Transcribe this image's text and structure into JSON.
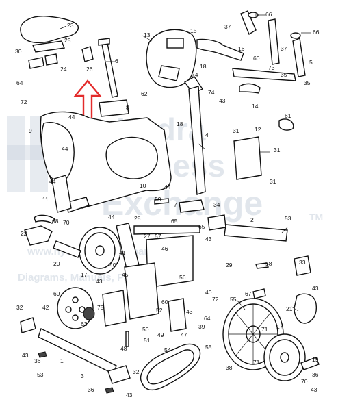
{
  "callouts": [
    {
      "id": "c23",
      "label": "23"
    },
    {
      "id": "c66a",
      "label": "66"
    },
    {
      "id": "c37a",
      "label": "37"
    },
    {
      "id": "c66b",
      "label": "66"
    },
    {
      "id": "c37b",
      "label": "37"
    },
    {
      "id": "c5",
      "label": "5"
    },
    {
      "id": "c15",
      "label": "15"
    },
    {
      "id": "c16",
      "label": "16"
    },
    {
      "id": "c13",
      "label": "13"
    },
    {
      "id": "c25",
      "label": "25"
    },
    {
      "id": "c30",
      "label": "30"
    },
    {
      "id": "c6",
      "label": "6"
    },
    {
      "id": "c26",
      "label": "26"
    },
    {
      "id": "c24",
      "label": "24"
    },
    {
      "id": "c64a",
      "label": "64"
    },
    {
      "id": "c72a",
      "label": "72"
    },
    {
      "id": "c60a",
      "label": "60"
    },
    {
      "id": "c73",
      "label": "73"
    },
    {
      "id": "c18a",
      "label": "18"
    },
    {
      "id": "c74",
      "label": "74"
    },
    {
      "id": "c35a",
      "label": "35"
    },
    {
      "id": "c35b",
      "label": "35"
    },
    {
      "id": "c74b",
      "label": "74"
    },
    {
      "id": "c43a",
      "label": "43"
    },
    {
      "id": "c14",
      "label": "14"
    },
    {
      "id": "c62",
      "label": "62"
    },
    {
      "id": "c8",
      "label": "8"
    },
    {
      "id": "c18b",
      "label": "18"
    },
    {
      "id": "c61",
      "label": "61"
    },
    {
      "id": "c9",
      "label": "9"
    },
    {
      "id": "c44a",
      "label": "44"
    },
    {
      "id": "c44b",
      "label": "44"
    },
    {
      "id": "c4",
      "label": "4"
    },
    {
      "id": "c31a",
      "label": "31"
    },
    {
      "id": "c12",
      "label": "12"
    },
    {
      "id": "c31b",
      "label": "31"
    },
    {
      "id": "c31c",
      "label": "31"
    },
    {
      "id": "c10",
      "label": "10"
    },
    {
      "id": "c44c",
      "label": "44"
    },
    {
      "id": "c44d",
      "label": "44"
    },
    {
      "id": "c11",
      "label": "11"
    },
    {
      "id": "c59",
      "label": "59"
    },
    {
      "id": "c7",
      "label": "7"
    },
    {
      "id": "c34",
      "label": "34"
    },
    {
      "id": "c44e",
      "label": "44"
    },
    {
      "id": "c28",
      "label": "28"
    },
    {
      "id": "c65a",
      "label": "65"
    },
    {
      "id": "c65b",
      "label": "65"
    },
    {
      "id": "c2",
      "label": "2"
    },
    {
      "id": "c53a",
      "label": "53"
    },
    {
      "id": "c68",
      "label": "68"
    },
    {
      "id": "c70a",
      "label": "70"
    },
    {
      "id": "c22",
      "label": "22"
    },
    {
      "id": "c27",
      "label": "27"
    },
    {
      "id": "c57",
      "label": "57"
    },
    {
      "id": "c46",
      "label": "46"
    },
    {
      "id": "c43b",
      "label": "43"
    },
    {
      "id": "c20",
      "label": "20"
    },
    {
      "id": "c17a",
      "label": "17"
    },
    {
      "id": "c41",
      "label": "41"
    },
    {
      "id": "c40a",
      "label": "40"
    },
    {
      "id": "c45",
      "label": "45"
    },
    {
      "id": "c58",
      "label": "58"
    },
    {
      "id": "c29",
      "label": "29"
    },
    {
      "id": "c56",
      "label": "56"
    },
    {
      "id": "c33",
      "label": "33"
    },
    {
      "id": "c43c",
      "label": "43"
    },
    {
      "id": "c69",
      "label": "69"
    },
    {
      "id": "c42",
      "label": "42"
    },
    {
      "id": "c43d",
      "label": "43"
    },
    {
      "id": "c75",
      "label": "75"
    },
    {
      "id": "c63",
      "label": "63"
    },
    {
      "id": "c60b",
      "label": "60"
    },
    {
      "id": "c40b",
      "label": "40"
    },
    {
      "id": "c72b",
      "label": "72"
    },
    {
      "id": "c55",
      "label": "55"
    },
    {
      "id": "c67",
      "label": "67"
    },
    {
      "id": "c32a",
      "label": "32"
    },
    {
      "id": "c52",
      "label": "52"
    },
    {
      "id": "c43e",
      "label": "43"
    },
    {
      "id": "c64b",
      "label": "64"
    },
    {
      "id": "c39",
      "label": "39"
    },
    {
      "id": "c21",
      "label": "21"
    },
    {
      "id": "c50",
      "label": "50"
    },
    {
      "id": "c49",
      "label": "49"
    },
    {
      "id": "c51",
      "label": "51"
    },
    {
      "id": "c47",
      "label": "47"
    },
    {
      "id": "c71a",
      "label": "71"
    },
    {
      "id": "c17b",
      "label": "17"
    },
    {
      "id": "c48",
      "label": "48"
    },
    {
      "id": "c43f",
      "label": "43"
    },
    {
      "id": "c36a",
      "label": "36"
    },
    {
      "id": "c1",
      "label": "1"
    },
    {
      "id": "c53b",
      "label": "53"
    },
    {
      "id": "c54",
      "label": "54"
    },
    {
      "id": "c55b",
      "label": "55"
    },
    {
      "id": "c38",
      "label": "38"
    },
    {
      "id": "c71b",
      "label": "71"
    },
    {
      "id": "c19",
      "label": "19"
    },
    {
      "id": "c3",
      "label": "3"
    },
    {
      "id": "c32b",
      "label": "32"
    },
    {
      "id": "c36b",
      "label": "36"
    },
    {
      "id": "c43g",
      "label": "43"
    },
    {
      "id": "c70b",
      "label": "70"
    },
    {
      "id": "c36c",
      "label": "36"
    },
    {
      "id": "c43h",
      "label": "43"
    }
  ],
  "watermark": {
    "line1": "Hydra",
    "line2": "Fitness",
    "line3": "Exchange",
    "tm": "TM",
    "website": "www.hydrafitnessexchange.com",
    "footer": "Diagrams, Manuals, Parts & More"
  },
  "arrow_color": "#e32b2b"
}
